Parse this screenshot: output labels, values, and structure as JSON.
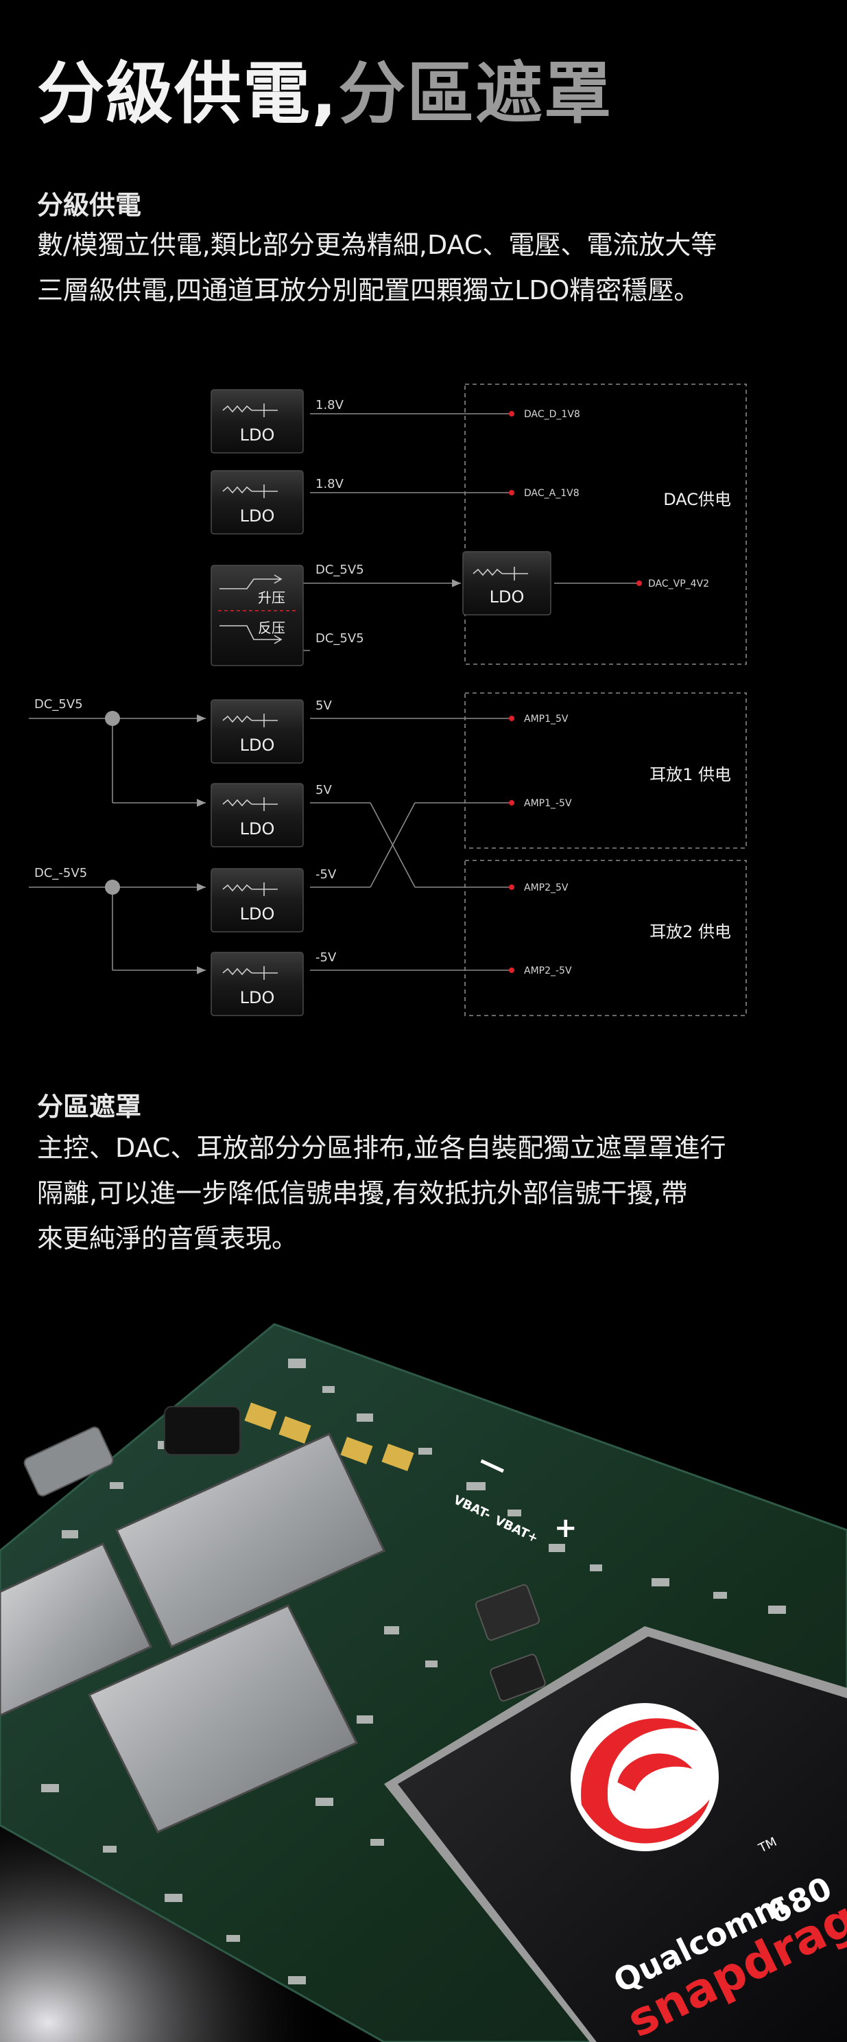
{
  "header": {
    "title_part1": "分級供電,",
    "title_part2": "分區遮罩"
  },
  "power_section": {
    "heading": "分級供電",
    "lines": [
      "數/模獨立供電,類比部分更為精細,DAC、電壓、電流放大等",
      "三層級供電,四通道耳放分別配置四顆獨立LDO精密穩壓。"
    ]
  },
  "diagram": {
    "ldo_label": "LDO",
    "boost_label": "升压",
    "invert_label": "反压",
    "inputs": {
      "pos": "DC_5V5",
      "neg": "DC_-5V5"
    },
    "rails": {
      "dac_d_v": "1.8V",
      "dac_a_v": "1.8V",
      "boost_v": "DC_5V5",
      "invert_v": "DC_5V5",
      "amp1_pos_v": "5V",
      "amp1_neg_v": "5V",
      "amp2_pos_v": "-5V",
      "amp2_neg_v": "-5V"
    },
    "outputs": {
      "dac_d": "DAC_D_1V8",
      "dac_a": "DAC_A_1V8",
      "dac_vp": "DAC_VP_4V2",
      "amp1_pos": "AMP1_5V",
      "amp1_neg": "AMP1_-5V",
      "amp2_pos": "AMP2_5V",
      "amp2_neg": "AMP2_-5V"
    },
    "groups": {
      "dac": "DAC供电",
      "amp1": "耳放1 供电",
      "amp2": "耳放2 供电"
    }
  },
  "shield_section": {
    "heading": "分區遮罩",
    "lines": [
      "主控、DAC、耳放部分分區排布,並各自裝配獨立遮罩罩進行",
      "隔離,可以進一步降低信號串擾,有效抵抗外部信號干擾,帶",
      "來更純淨的音質表現。"
    ]
  },
  "pcb": {
    "brand": "Qualcomm",
    "product": "snapdragon",
    "model": "680",
    "tm": "TM",
    "markings": [
      "VBAT-",
      "VBAT+",
      "—",
      "+"
    ]
  },
  "colors": {
    "background": "#000000",
    "wire": "#8a8a8a",
    "terminal": "#e0202a",
    "pcb_green": "#1b3a2a",
    "snapdragon_red": "#e8242b"
  }
}
